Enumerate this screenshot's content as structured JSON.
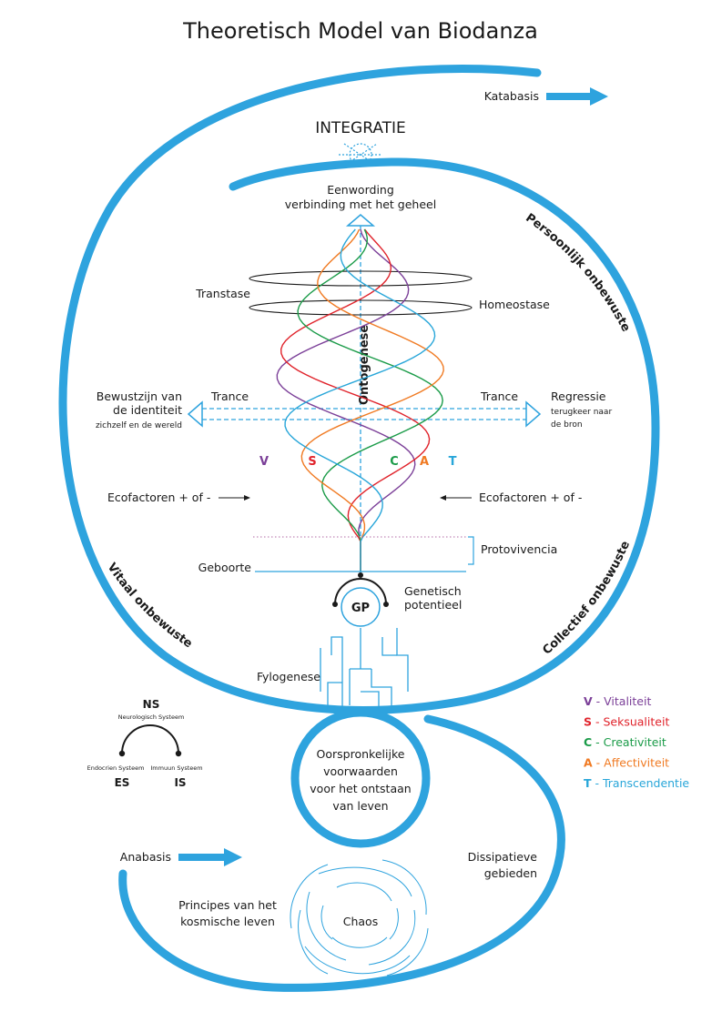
{
  "title": "Theoretisch Model van Biodanza",
  "integratie": "INTEGRATIE",
  "eenwording": [
    "Eenwording",
    "verbinding met het geheel"
  ],
  "katabasis": "Katabasis",
  "anabasis": "Anabasis",
  "arc_labels": {
    "persoonlijk": "Persoonlijk onbewuste",
    "collectief": "Collectief onbewuste",
    "vitaal": "Vitaal onbewuste"
  },
  "transtase": "Transtase",
  "homeostase": "Homeostase",
  "ontogenese": "Ontogenese",
  "trance_left": "Trance",
  "trance_right": "Trance",
  "bewustzijn": [
    "Bewustzijn van",
    "de identiteit",
    "zichzelf en de wereld"
  ],
  "regressie": [
    "Regressie",
    "terugkeer naar",
    "de bron"
  ],
  "ecofactoren_left": "Ecofactoren + of -",
  "ecofactoren_right": "Ecofactoren + of -",
  "protovivencia": "Protovivencia",
  "geboorte": "Geboorte",
  "gp": "GP",
  "genetisch": [
    "Genetisch",
    "potentieel"
  ],
  "fylogenese": "Fylogenese",
  "ns_block": {
    "ns": "NS",
    "ns_full": "Neurologisch Systeem",
    "es_full": "Endocrien Systeem",
    "is_full": "Immuun Systeem",
    "es": "ES",
    "is": "IS"
  },
  "small_circle": [
    "Oorspronkelijke",
    "voorwaarden",
    "voor het ontstaan",
    "van leven"
  ],
  "dissipatieve": [
    "Dissipatieve",
    "gebieden"
  ],
  "principes": [
    "Principes van het",
    "kosmische leven"
  ],
  "chaos": "Chaos",
  "lines": [
    {
      "letter": "V",
      "name": "Vitaliteit",
      "color": "#7b3f98"
    },
    {
      "letter": "S",
      "name": "Seksualiteit",
      "color": "#e0232b"
    },
    {
      "letter": "C",
      "name": "Creativiteit",
      "color": "#1a9b48"
    },
    {
      "letter": "A",
      "name": "Affectiviteit",
      "color": "#f07a22"
    },
    {
      "letter": "T",
      "name": "Transcendentie",
      "color": "#28a6d9"
    }
  ],
  "dash_separator": " - ",
  "colors": {
    "blue": "#2ea3de",
    "dark": "#1a1a1a",
    "dotted": "#b36aa6"
  }
}
